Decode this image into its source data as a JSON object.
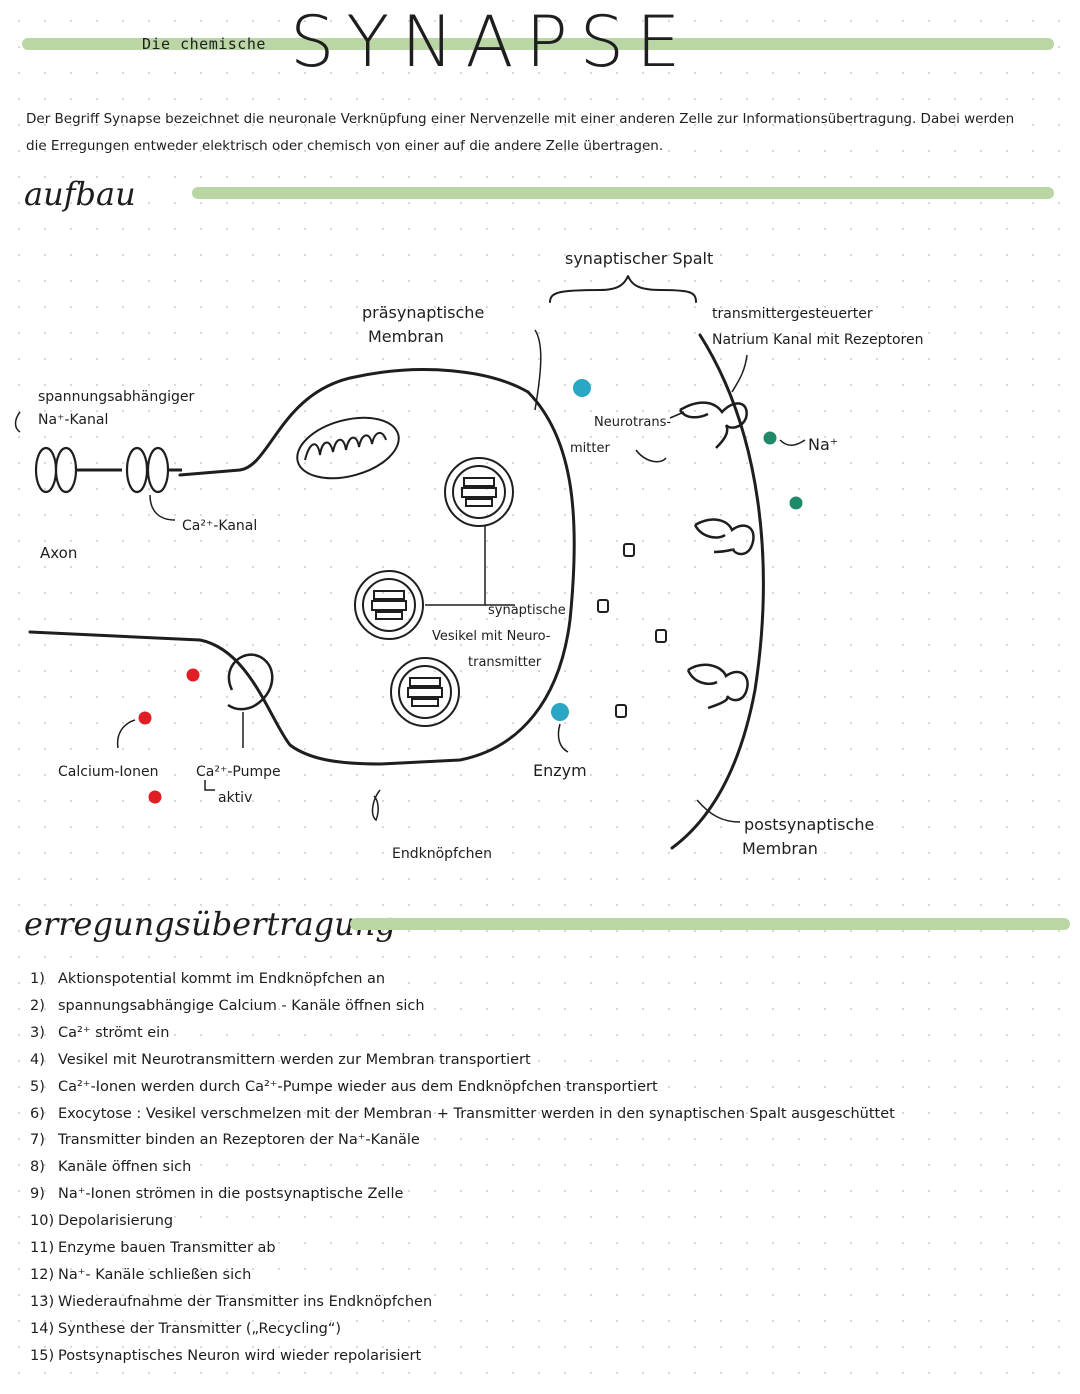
{
  "header": {
    "subtitle": "Die chemische",
    "title": "SYNAPSE"
  },
  "intro": "Der Begriff Synapse bezeichnet die neuronale Verknüpfung einer Nervenzelle mit einer anderen Zelle zur Informationsübertragung. Dabei werden die Erregungen entweder elektrisch oder chemisch von einer auf die andere Zelle übertragen.",
  "sections": {
    "aufbau": "aufbau",
    "erregung": "erregungsübertragung"
  },
  "diagram_labels": {
    "spannungs_1": "spannungsabhängiger",
    "spannungs_2": "Na⁺-Kanal",
    "ca_kanal": "Ca²⁺-Kanal",
    "axon": "Axon",
    "praesyn_1": "präsynaptische",
    "praesyn_2": "Membran",
    "spalt": "synaptischer Spalt",
    "transmitter_kanal_1": "transmittergesteuerter",
    "transmitter_kanal_2": "Natrium Kanal mit Rezeptoren",
    "neurotrans_1": "Neurotrans-",
    "neurotrans_2": "mitter",
    "na": "Na⁺",
    "vesikel_1": "synaptische",
    "vesikel_2": "Vesikel mit Neuro-",
    "vesikel_3": "transmitter",
    "calcium": "Calcium-Ionen",
    "pumpe_1": "Ca²⁺-Pumpe",
    "pumpe_2": "aktiv",
    "enzym": "Enzym",
    "endknoepfchen": "Endknöpfchen",
    "postsyn_1": "postsynaptische",
    "postsyn_2": "Membran"
  },
  "steps": [
    {
      "num": "1)",
      "text": "Aktionspotential kommt im Endknöpfchen an"
    },
    {
      "num": "2)",
      "text": "spannungsabhängige Calcium - Kanäle öffnen sich"
    },
    {
      "num": "3)",
      "text": "Ca²⁺ strömt ein"
    },
    {
      "num": "4)",
      "text": "Vesikel mit Neurotransmittern werden zur Membran transportiert"
    },
    {
      "num": "5)",
      "text": "Ca²⁺-Ionen werden durch Ca²⁺-Pumpe wieder aus dem Endknöpfchen transportiert"
    },
    {
      "num": "6)",
      "text": "Exocytose : Vesikel verschmelzen mit der Membran + Transmitter werden in den synaptischen Spalt ausgeschüttet"
    },
    {
      "num": "7)",
      "text": "Transmitter binden an Rezeptoren der Na⁺-Kanäle"
    },
    {
      "num": "8)",
      "text": "Kanäle öffnen sich"
    },
    {
      "num": "9)",
      "text": "Na⁺-Ionen strömen in die postsynaptische Zelle"
    },
    {
      "num": "10)",
      "text": "Depolarisierung"
    },
    {
      "num": "11)",
      "text": "Enzyme bauen Transmitter ab"
    },
    {
      "num": "12)",
      "text": "Na⁺- Kanäle schließen sich"
    },
    {
      "num": "13)",
      "text": "Wiederaufnahme der Transmitter ins Endknöpfchen"
    },
    {
      "num": "14)",
      "text": "Synthese der Transmitter („Recycling“)"
    },
    {
      "num": "15)",
      "text": "Postsynaptisches Neuron wird wieder repolarisiert"
    }
  ],
  "colors": {
    "highlight": "#b9d6a4",
    "calcium": "#e11d26",
    "enzym": "#2aa7c4",
    "natrium": "#1e8a6a"
  }
}
